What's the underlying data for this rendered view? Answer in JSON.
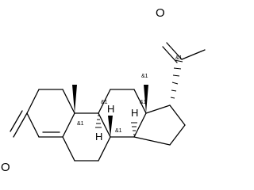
{
  "molecule": {
    "atoms": {
      "ketone_oxygen": "O",
      "acetyl_oxygen": "O",
      "h_c9": "H",
      "h_c8": "H",
      "h_c14": "H"
    },
    "stereo_marks": {
      "c10": "&1",
      "c9": "&1",
      "c8": "&1",
      "c13": "&1",
      "c14": "&1",
      "c17": "&1"
    }
  }
}
